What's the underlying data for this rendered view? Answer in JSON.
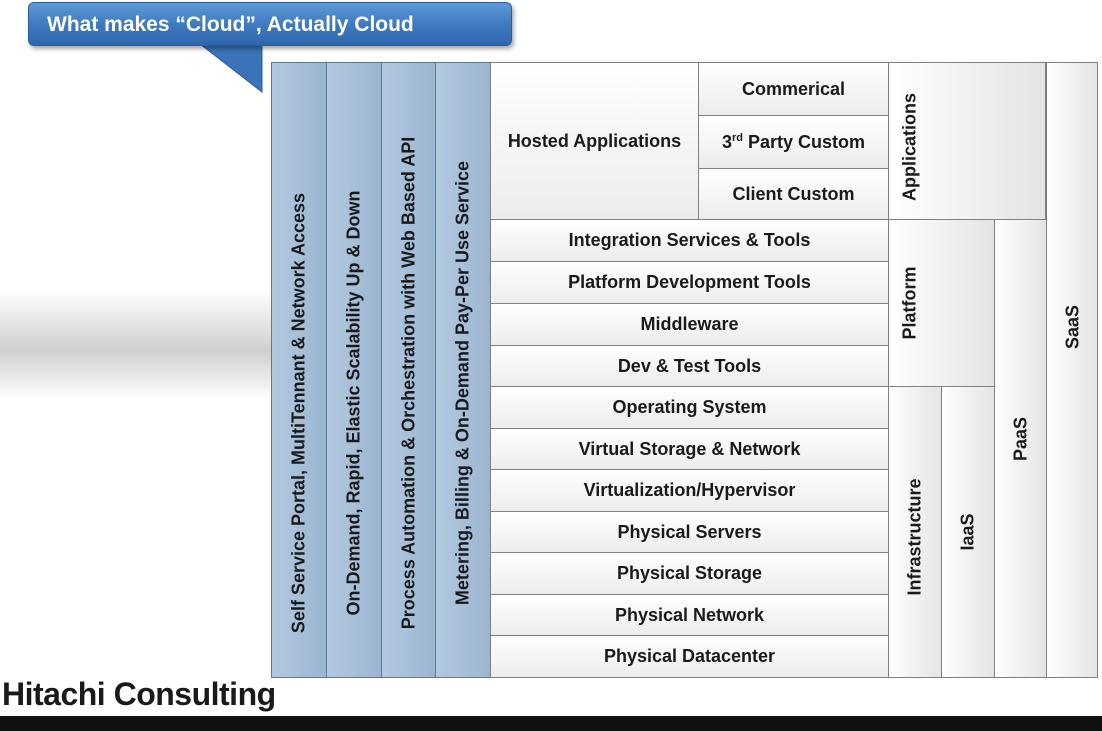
{
  "callout": {
    "text": "What makes “Cloud”, Actually Cloud"
  },
  "characteristics": [
    "Self Service Portal, MultiTennant & Network Access",
    "On-Demand, Rapid, Elastic Scalability Up & Down",
    "Process Automation & Orchestration with Web Based API",
    "Metering, Billing & On-Demand Pay-Per Use Service"
  ],
  "hosted": {
    "label": "Hosted Applications",
    "items": {
      "commercial": "Commerical",
      "third_base": "3",
      "third_sup": "rd",
      "third_rest": " Party Custom",
      "client": "Client Custom"
    }
  },
  "platform_layers": [
    "Integration Services & Tools",
    "Platform Development Tools",
    "Middleware",
    "Dev & Test Tools"
  ],
  "infra_layers": [
    "Operating System",
    "Virtual Storage & Network",
    "Virtualization/Hypervisor",
    "Physical Servers",
    "Physical Storage",
    "Physical Network",
    "Physical Datacenter"
  ],
  "groups": {
    "applications": "Applications",
    "platform": "Platform",
    "infrastructure": "Infrastructure",
    "iaas": "IaaS",
    "paas": "PaaS",
    "saas": "SaaS"
  },
  "brand": {
    "logo_text": "Hitachi Consulting"
  }
}
